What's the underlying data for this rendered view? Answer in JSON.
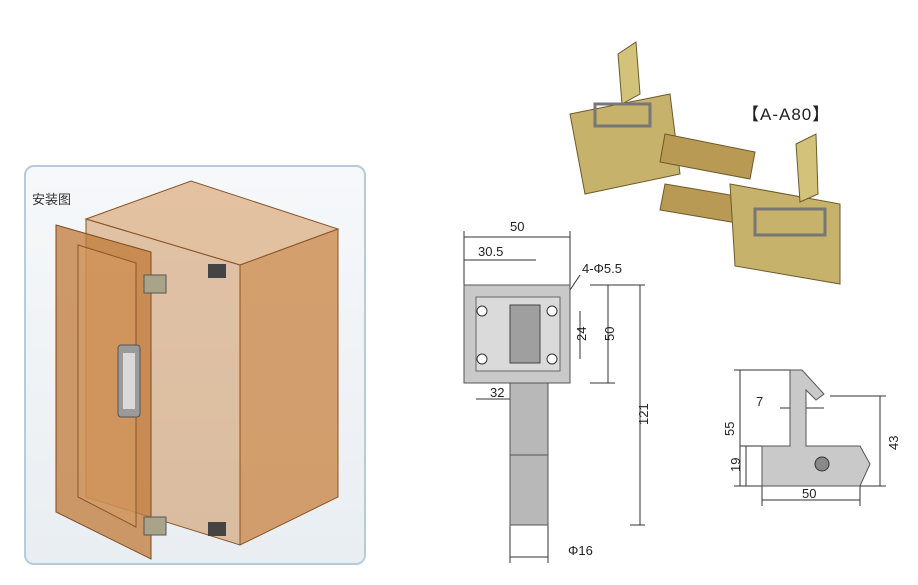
{
  "install_panel": {
    "title": "安装图"
  },
  "model": {
    "label": "【A-A80】"
  },
  "front_view": {
    "width": "50",
    "offset": "30.5",
    "holes": "4-Φ5.5",
    "hole_spacing": "24",
    "plate_height": "50",
    "total_height": "121",
    "pin_offset": "32",
    "pin_diameter": "Φ16"
  },
  "side_view": {
    "height_total": "55",
    "tab_width": "7",
    "height_right": "43",
    "base_height": "19",
    "base_width": "50"
  },
  "colors": {
    "cabinet": "#c8813f",
    "metal": "#b7ad8a",
    "panel_border": "#b9cbd8"
  }
}
